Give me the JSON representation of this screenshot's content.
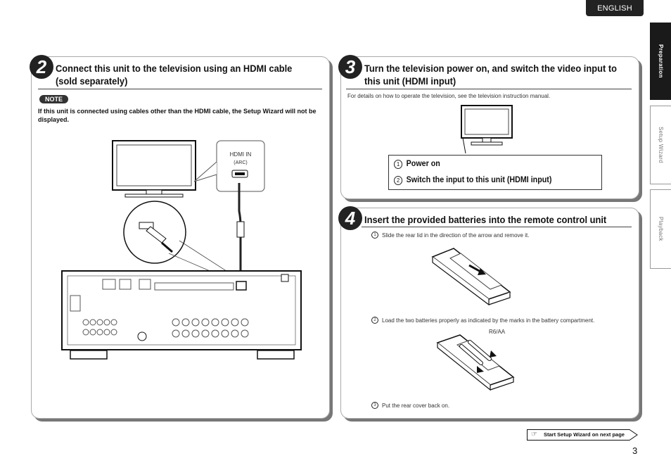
{
  "language_tab": "ENGLISH",
  "side_tabs": [
    {
      "label": "Preparation",
      "active": true
    },
    {
      "label": "Setup Wizard",
      "active": false
    },
    {
      "label": "Playback",
      "active": false
    }
  ],
  "step2": {
    "number": "2",
    "title": "Connect this unit to the television using an HDMI cable (sold separately)",
    "note_label": "NOTE",
    "note_text": "If this unit is connected using cables other than the HDMI cable, the Setup Wizard will not be displayed.",
    "hdmi_in_label": "HDMI IN",
    "hdmi_arc_label": "(ARC)"
  },
  "step3": {
    "number": "3",
    "title": "Turn the television power on, and switch the video input to this unit (HDMI input)",
    "description": "For details on how to operate the television, see the television instruction manual.",
    "callout_items": [
      {
        "num": "1",
        "text": "Power on"
      },
      {
        "num": "2",
        "text": "Switch the input to this unit (HDMI input)"
      }
    ]
  },
  "step4": {
    "number": "4",
    "title": "Insert the provided batteries into the remote control unit",
    "substeps": [
      {
        "num": "1",
        "text": "Slide the rear lid in the direction of the arrow and remove it."
      },
      {
        "num": "2",
        "text": "Load the two batteries properly as indicated by the marks in the battery compartment."
      },
      {
        "num": "3",
        "text": "Put the rear cover back on."
      }
    ],
    "battery_label": "R6/AA"
  },
  "footer": {
    "next_link": "Start Setup Wizard on next page",
    "page_number": "3"
  },
  "colors": {
    "badge": "#222222",
    "panel_border": "#aaaaaa",
    "shadow": "#777777"
  }
}
